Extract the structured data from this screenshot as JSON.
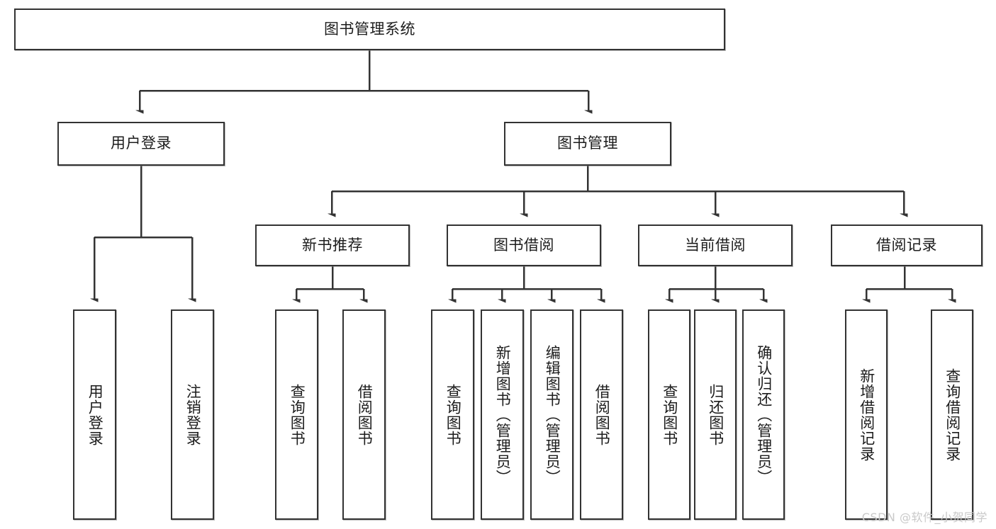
{
  "diagram": {
    "title": "图书管理系统",
    "watermark": "CSDN @软件_小贺同学",
    "line_color": "#333333",
    "box_fill": "#ffffff",
    "text_color": "#1c1c1c",
    "watermark_color": "#c9c9c9",
    "nodes": {
      "root": "图书管理系统",
      "user_login": "用户登录",
      "book_manage": "图书管理",
      "new_book_rec": "新书推荐",
      "book_borrow": "图书借阅",
      "current_borrow": "当前借阅",
      "borrow_record": "借阅记录",
      "leaf_user_login": "用户登录",
      "leaf_logout_login": "注销登录",
      "leaf_query_book_1": "查询图书",
      "leaf_borrow_book_1": "借阅图书",
      "leaf_query_book_2": "查询图书",
      "leaf_add_book_admin": "新增图书（管理员）",
      "leaf_edit_book_admin": "编辑图书（管理员）",
      "leaf_borrow_book_2": "借阅图书",
      "leaf_query_book_3": "查询图书",
      "leaf_return_book": "归还图书",
      "leaf_confirm_return_admin": "确认归还（管理员）",
      "leaf_add_borrow_record": "新增借阅记录",
      "leaf_query_borrow_record": "查询借阅记录"
    }
  }
}
